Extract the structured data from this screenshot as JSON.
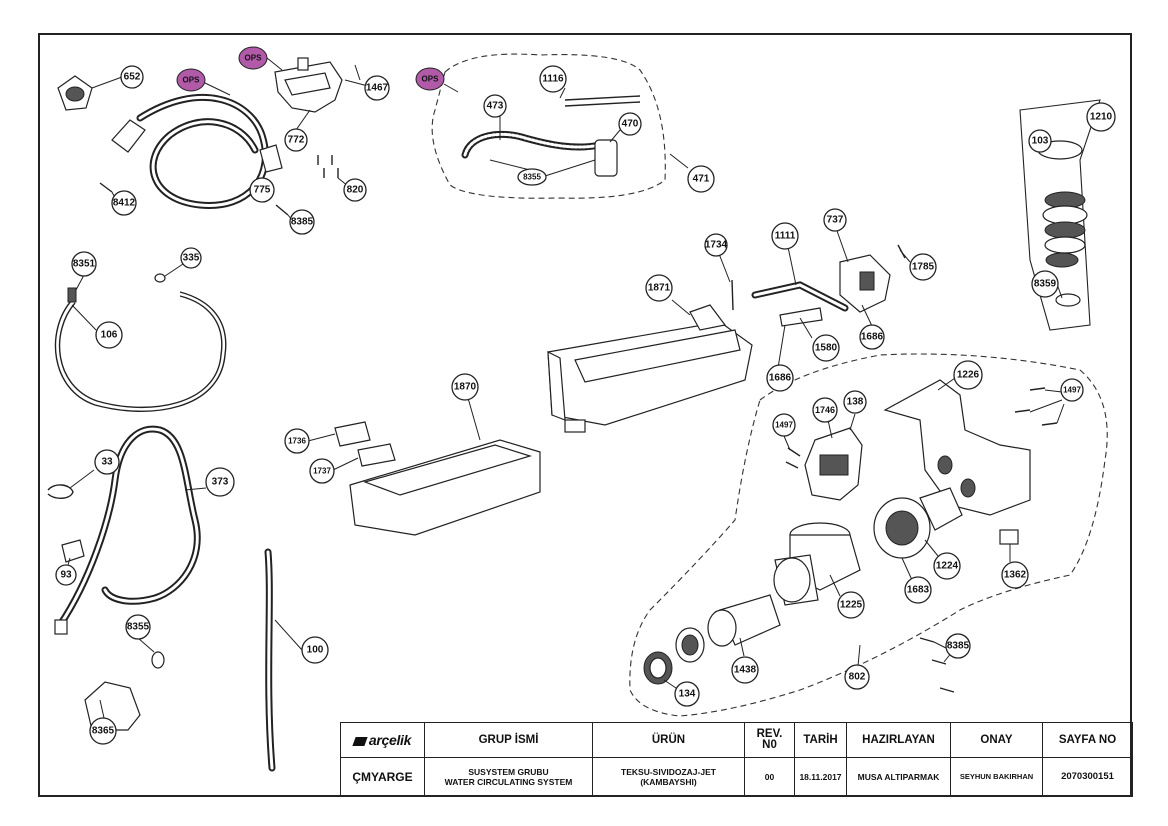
{
  "callouts": {
    "c652": "652",
    "c772": "772",
    "c1467": "1467",
    "c775": "775",
    "c820": "820",
    "c8412": "8412",
    "c8385a": "8385",
    "c1116": "1116",
    "c473": "473",
    "c470": "470",
    "c8355a": "8355",
    "c471": "471",
    "c1210": "1210",
    "c103": "103",
    "c8359": "8359",
    "c8351": "8351",
    "c335": "335",
    "c106": "106",
    "c1734": "1734",
    "c1111": "1111",
    "c737": "737",
    "c1785": "1785",
    "c1871": "1871",
    "c1686a": "1686",
    "c1580": "1580",
    "c1686b": "1686",
    "c1870": "1870",
    "c1736": "1736",
    "c1737": "1737",
    "c1226": "1226",
    "c1497a": "1497",
    "c1497b": "1497",
    "c1746": "1746",
    "c138": "138",
    "c33": "33",
    "c373": "373",
    "c93": "93",
    "c8355b": "8355",
    "c8365": "8365",
    "c100": "100",
    "c1224": "1224",
    "c1683": "1683",
    "c1362": "1362",
    "c1225": "1225",
    "c1438": "1438",
    "c134": "134",
    "c802": "802",
    "c8385b": "8385"
  },
  "ops": {
    "ops1": "OPS",
    "ops2": "OPS",
    "ops3": "OPS"
  },
  "title_block": {
    "logo": "arçelik",
    "grup_isim_label": "GRUP İSMİ",
    "urun_label": "ÜRÜN",
    "rev_label": "REV.\nN0",
    "tarih_label": "TARİH",
    "hazirlayan_label": "HAZIRLAYAN",
    "onay_label": "ONAY",
    "sayfa_label": "SAYFA NO",
    "code": "ÇMYARGE",
    "grup_isim_value": "SUSYSTEM GRUBU\nWATER CIRCULATING SYSTEM",
    "urun_value": "TEKSU-SIVIDOZAJ-JET\n(KAMBAYSHI)",
    "rev_value": "00",
    "tarih_value": "18.11.2017",
    "hazirlayan_value": "MUSA ALTIPARMAK",
    "onay_value": "SEYHUN BAKIRHAN",
    "sayfa_value": "2070300151"
  },
  "colors": {
    "ops_fill": "#b15aa8",
    "line": "#222222"
  }
}
